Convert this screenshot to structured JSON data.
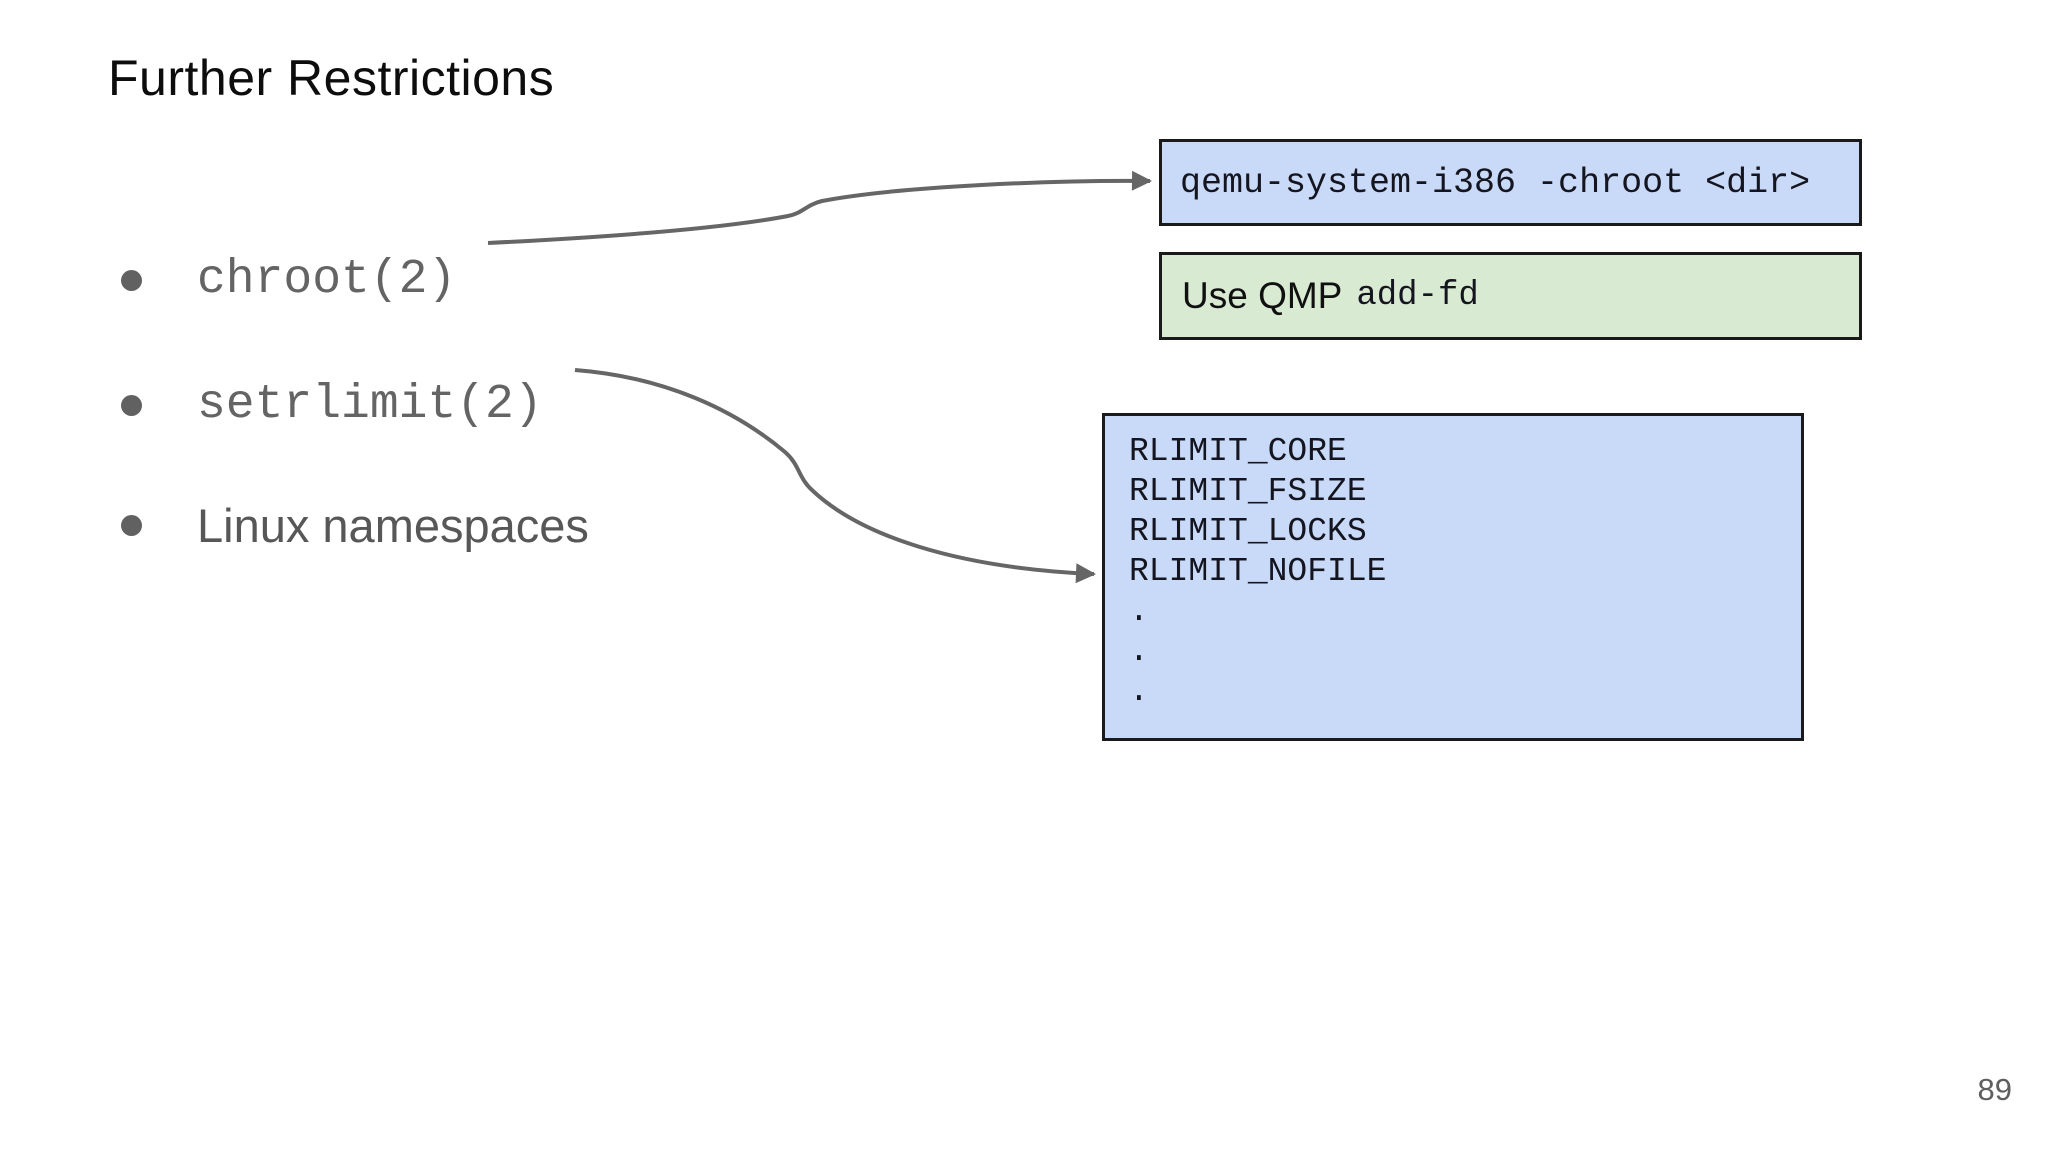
{
  "slide": {
    "title": "Further Restrictions",
    "page_number": "89",
    "bullets": [
      {
        "label": "chroot(2)",
        "style": "mono"
      },
      {
        "label": "setrlimit(2)",
        "style": "mono"
      },
      {
        "label": "Linux namespaces",
        "style": "sans"
      }
    ],
    "boxes": {
      "qemu": {
        "text": "qemu-system-i386 -chroot <dir>",
        "fill": "#c9daf8"
      },
      "qmp": {
        "prefix": "Use QMP",
        "code": "add-fd",
        "fill": "#d9ead3"
      },
      "rlimit": {
        "fill": "#c9daf8",
        "lines": [
          "RLIMIT_CORE",
          "RLIMIT_FSIZE",
          "RLIMIT_LOCKS",
          "RLIMIT_NOFILE",
          ".",
          ".",
          "."
        ]
      }
    },
    "colors": {
      "background": "#ffffff",
      "box_blue": "#c9daf8",
      "box_green": "#d9ead3",
      "box_border": "#1a1a1a",
      "arrow": "#666666",
      "bullet_dot": "#616161",
      "bullet_text": "#646464",
      "title_text": "#0d0d0d",
      "page_text": "#5f5f5f"
    }
  }
}
